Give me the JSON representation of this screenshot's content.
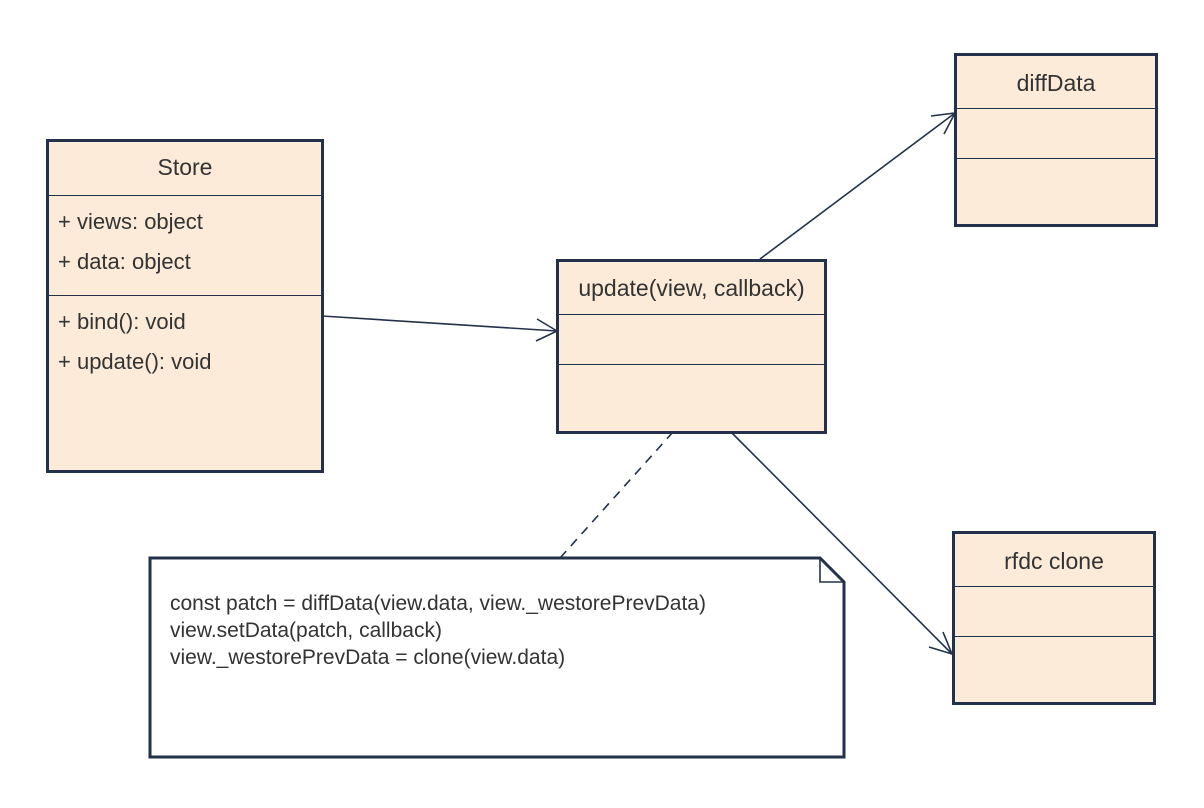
{
  "store": {
    "name": "Store",
    "attributes": [
      "+ views: object",
      "+ data: object"
    ],
    "methods": [
      "+ bind(): void",
      "+ update(): void"
    ]
  },
  "update": {
    "name": "update(view, callback)"
  },
  "diff_data": {
    "name": "diffData"
  },
  "rfdc_clone": {
    "name": "rfdc clone"
  },
  "note": {
    "lines": [
      "const patch = diffData(view.data, view._westorePrevData)",
      "view.setData(patch, callback)",
      "view._westorePrevData = clone(view.data)"
    ]
  },
  "colors": {
    "class_fill": "#fcebd9",
    "border": "#23324a",
    "text": "#333333"
  }
}
